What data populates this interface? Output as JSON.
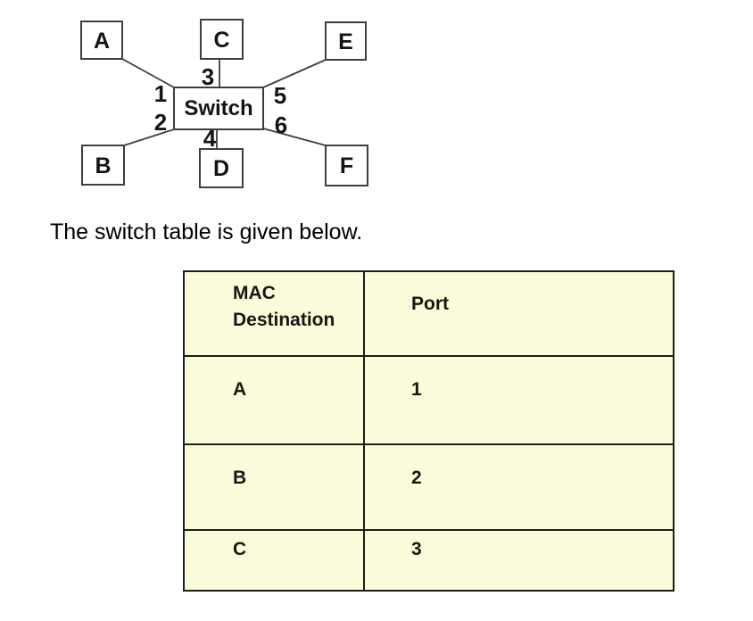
{
  "diagram": {
    "switch_label": "Switch",
    "nodes": [
      {
        "label": "A"
      },
      {
        "label": "B"
      },
      {
        "label": "C"
      },
      {
        "label": "D"
      },
      {
        "label": "E"
      },
      {
        "label": "F"
      }
    ],
    "ports": [
      {
        "label": "1"
      },
      {
        "label": "2"
      },
      {
        "label": "3"
      },
      {
        "label": "4"
      },
      {
        "label": "5"
      },
      {
        "label": "6"
      }
    ]
  },
  "caption": "The switch table is given below.",
  "table": {
    "header": {
      "col1_line1": "MAC",
      "col1_line2": "Destination",
      "col2": "Port"
    },
    "rows": [
      {
        "mac": "A",
        "port": "1"
      },
      {
        "mac": "B",
        "port": "2"
      },
      {
        "mac": "C",
        "port": "3"
      }
    ]
  },
  "colors": {
    "table_fill": "#FBFBDC",
    "table_border": "#1d1d1d",
    "diagram_stroke": "#3e3e3e",
    "text": "#161616"
  }
}
